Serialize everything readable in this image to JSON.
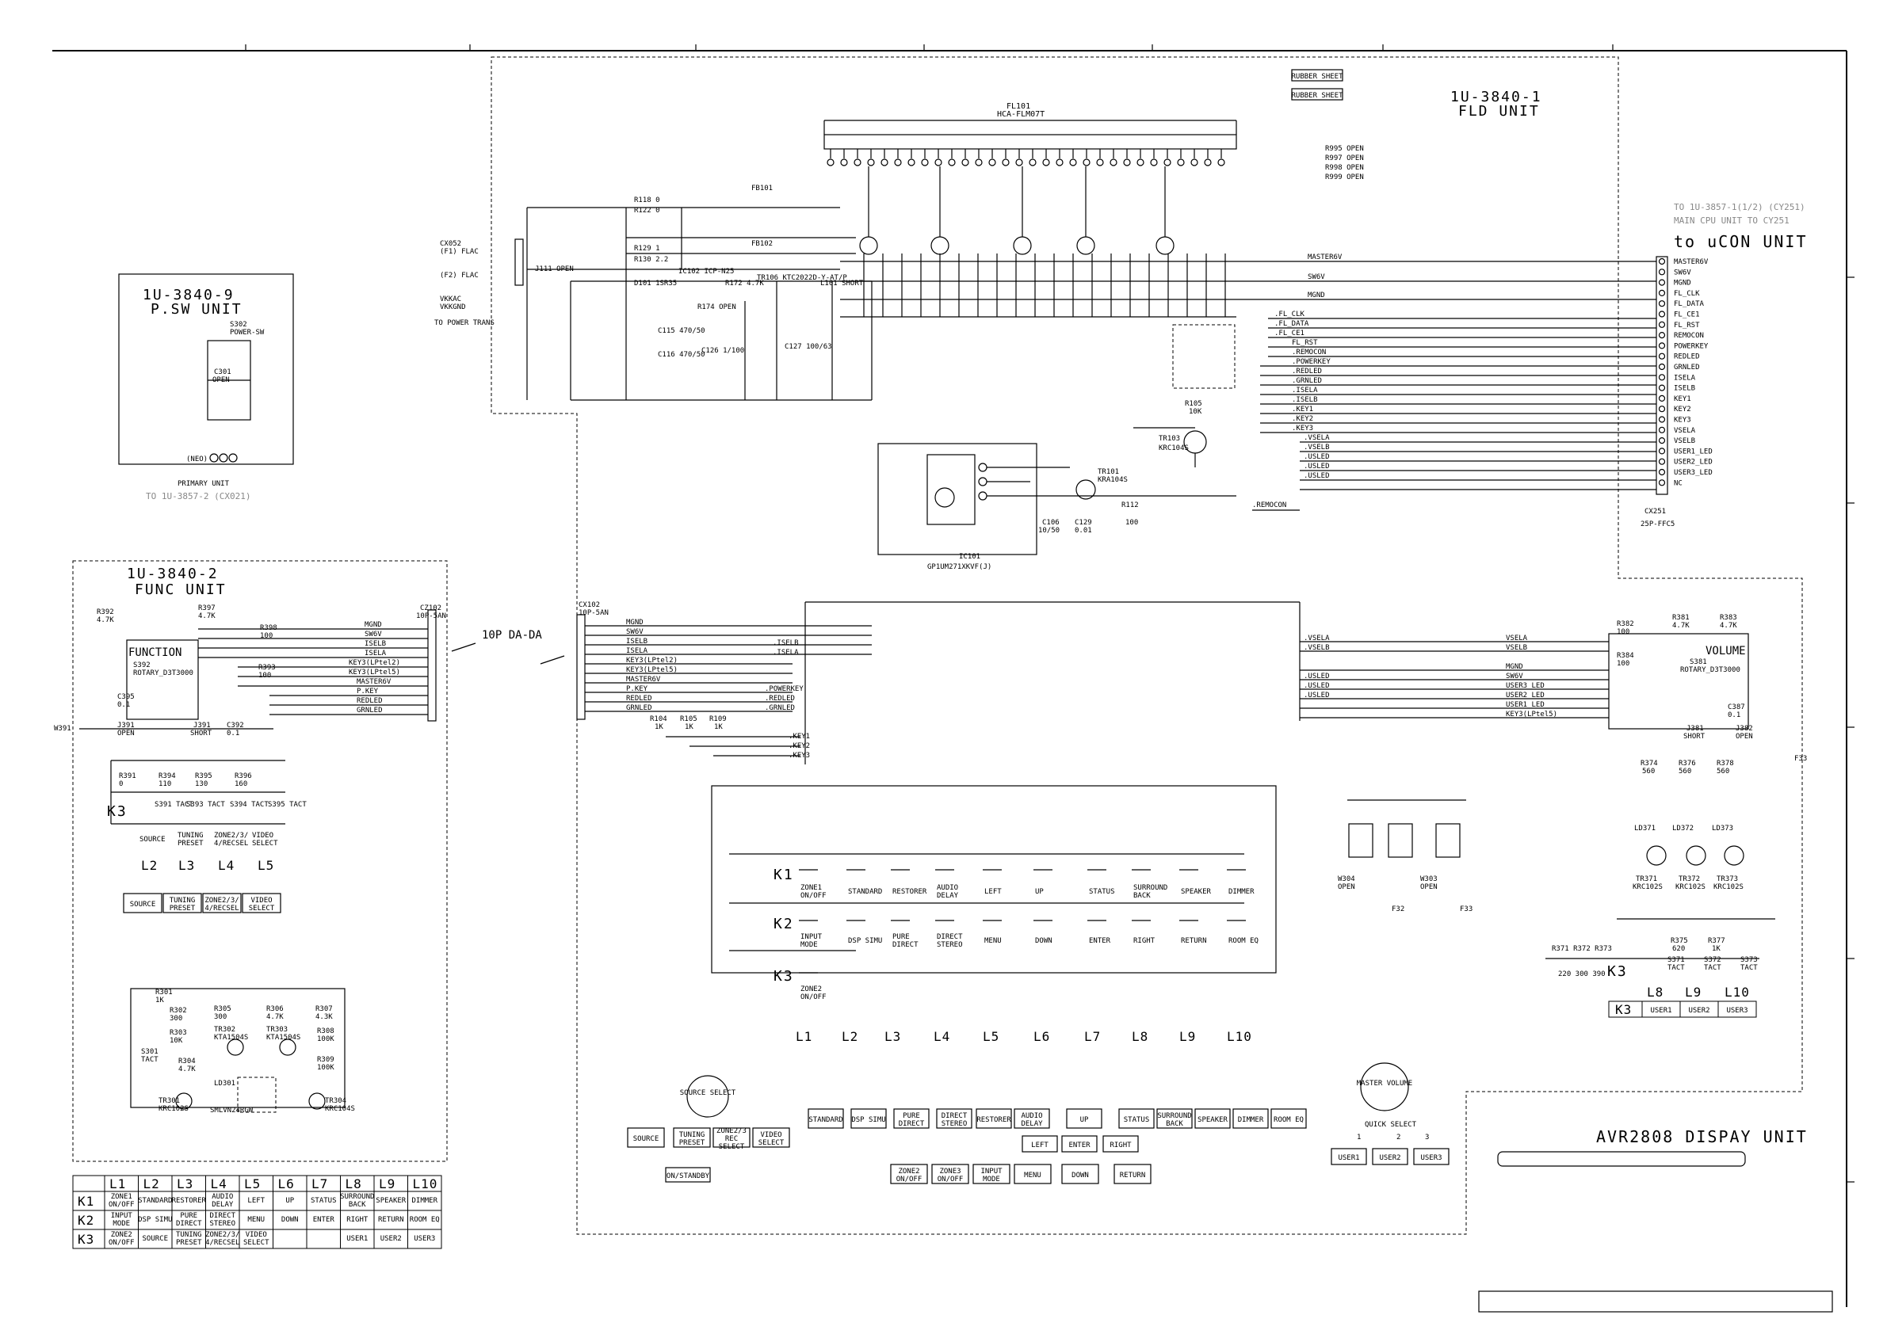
{
  "colors": {
    "line": "#000000",
    "note": "#888888",
    "background": "#ffffff"
  },
  "units": {
    "fld": {
      "code": "1U-3840-1",
      "name": "FLD UNIT"
    },
    "psw": {
      "code": "1U-3840-9",
      "name": "P.SW UNIT",
      "note_primary": "PRIMARY UNIT",
      "note_to": "TO 1U-3857-2 (CX021)"
    },
    "func": {
      "code": "1U-3840-2",
      "name": "FUNC UNIT"
    },
    "title": "AVR2808 DISPAY UNIT"
  },
  "right_note": {
    "line1": "TO 1U-3857-1(1/2) (CY251)",
    "line2": "MAIN CPU UNIT TO CY251",
    "big": "to uCON UNIT"
  },
  "cable_label": "10P DA-DA",
  "rubber": [
    "RUBBER SHEET",
    "RUBBER SHEET"
  ],
  "fl101": {
    "ref": "FL101",
    "part": "HCA-FLM07T"
  },
  "ic101": {
    "ref": "IC101",
    "part": "GP1UM271XKVF(J)"
  },
  "cx252_pins": [
    "MASTER6V",
    "SW6V",
    "MGND",
    "FL_CLK",
    "FL_DATA",
    "FL_CE1",
    "FL_RST",
    "REMOCON",
    "POWERKEY",
    "REDLED",
    "GRNLED",
    "ISELA",
    "ISELB",
    "KEY1",
    "KEY2",
    "KEY3",
    "VSELA",
    "VSELB",
    "USER1_LED",
    "USER2_LED",
    "USER3_LED",
    "NC"
  ],
  "cx251": {
    "ref": "CX251",
    "part": "25P-FFC5"
  },
  "open_resistors": [
    "R995 OPEN",
    "R997 OPEN",
    "R998 OPEN",
    "R999 OPEN"
  ],
  "function_label": "FUNCTION",
  "volume_label": "VOLUME",
  "front_keys_top": [
    "STANDARD",
    "DSP SIMU",
    "PURE DIRECT",
    "DIRECT STEREO",
    "RESTORER",
    "AUDIO DELAY",
    "UP",
    "STATUS",
    "SURROUND BACK",
    "SPEAKER",
    "DIMMER",
    "ROOM EQ"
  ],
  "front_keys_row2": [
    "LEFT",
    "ENTER",
    "RIGHT"
  ],
  "front_keys_row3": [
    "ZONE2 ON/OFF",
    "ZONE3 ON/OFF",
    "INPUT MODE",
    "MENU",
    "DOWN",
    "RETURN"
  ],
  "source_select": "SOURCE SELECT",
  "master_volume": "MASTER VOLUME",
  "source_keys": [
    "SOURCE",
    "TUNING PRESET",
    "ZONE2/3 REC SELECT",
    "VIDEO SELECT"
  ],
  "standby_key": "ON/STANDBY",
  "quick_select": {
    "label": "QUICK SELECT",
    "nums": [
      "1",
      "2",
      "3"
    ],
    "keys": [
      "USER1",
      "USER2",
      "USER3"
    ]
  },
  "func_keys": [
    "SOURCE",
    "TUNING PRESET",
    "ZONE2/3/ 4/RECSEL",
    "VIDEO SELECT"
  ],
  "func_lines": [
    "L2",
    "L3",
    "L4",
    "L5"
  ],
  "matrix_lines": [
    "L1",
    "L2",
    "L3",
    "L4",
    "L5",
    "L6",
    "L7",
    "L8",
    "L9",
    "L10"
  ],
  "k_rows": {
    "k1": [
      "ZONE1 ON/OFF",
      "STANDARD",
      "RESTORER",
      "AUDIO DELAY",
      "LEFT",
      "UP",
      "STATUS",
      "SURROUND BACK",
      "SPEAKER",
      "DIMMER"
    ],
    "k2": [
      "INPUT MODE",
      "DSP SIMU",
      "PURE DIRECT",
      "DIRECT STEREO",
      "MENU",
      "DOWN",
      "ENTER",
      "RIGHT",
      "RETURN",
      "ROOM EQ"
    ],
    "k3": [
      "ZONE2 ON/OFF"
    ]
  },
  "table": {
    "cols": [
      "L1",
      "L2",
      "L3",
      "L4",
      "L5",
      "L6",
      "L7",
      "L8",
      "L9",
      "L10"
    ],
    "rows": [
      {
        "k": "K1",
        "cells": [
          "ZONE1 ON/OFF",
          "STANDARD",
          "RESTORER",
          "AUDIO DELAY",
          "LEFT",
          "UP",
          "STATUS",
          "SURROUND BACK",
          "SPEAKER",
          "DIMMER"
        ]
      },
      {
        "k": "K2",
        "cells": [
          "INPUT MODE",
          "DSP SIMU",
          "PURE DIRECT",
          "DIRECT STEREO",
          "MENU",
          "DOWN",
          "ENTER",
          "RIGHT",
          "RETURN",
          "ROOM EQ"
        ]
      },
      {
        "k": "K3",
        "cells": [
          "ZONE2 ON/OFF",
          "SOURCE",
          "TUNING PRESET",
          "ZONE2/3/ 4/RECSEL",
          "VIDEO SELECT",
          "",
          "",
          "USER1",
          "USER2",
          "USER3"
        ]
      }
    ]
  },
  "user_table": {
    "k": "K3",
    "lines": [
      "L8",
      "L9",
      "L10"
    ],
    "keys": [
      "USER1",
      "USER2",
      "USER3"
    ]
  }
}
